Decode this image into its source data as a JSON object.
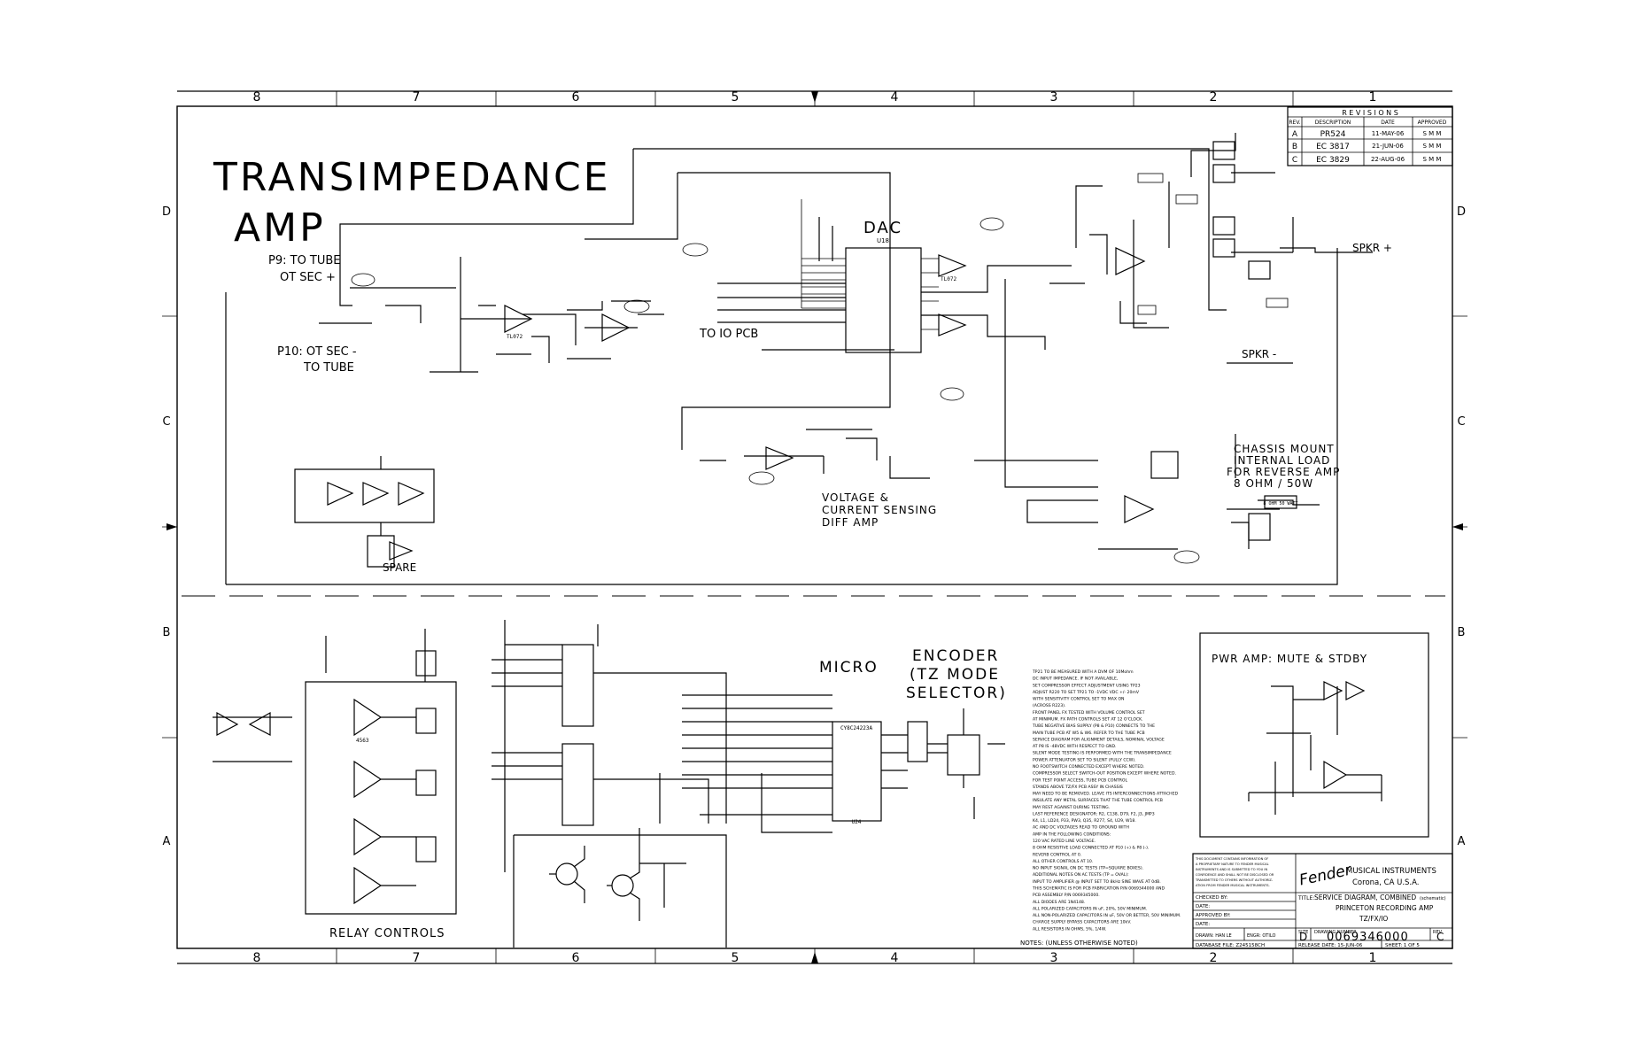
{
  "zones": {
    "columns": [
      "8",
      "7",
      "6",
      "5",
      "4",
      "3",
      "2",
      "1"
    ],
    "rows": [
      "D",
      "C",
      "B",
      "A"
    ]
  },
  "sections": {
    "title_line1": "TRANSIMPEDANCE",
    "title_line2": "AMP",
    "dac": "DAC",
    "micro": "MICRO",
    "encoder": [
      "ENCODER",
      "(TZ MODE",
      "SELECTOR)"
    ],
    "to_io_pcb": "TO IO PCB",
    "relay_controls": "RELAY CONTROLS",
    "voltage_sensing": [
      "VOLTAGE &",
      "CURRENT SENSING",
      "DIFF AMP"
    ],
    "spare": "SPARE",
    "chassis_load": [
      "CHASSIS MOUNT",
      "INTERNAL LOAD",
      "FOR REVERSE AMP",
      "8 OHM / 50W"
    ],
    "pwr_amp": "PWR AMP: MUTE & STDBY",
    "p9": [
      "P9: TO TUBE",
      "OT SEC +"
    ],
    "p10": [
      "P10: OT SEC -",
      "TO TUBE"
    ],
    "spkr_plus": "SPKR +",
    "spkr_minus": "SPKR -",
    "load_box": "8 OHM 50 WATT"
  },
  "ic_labels": {
    "dac_chip": "U18",
    "micro_chip": "U24",
    "micro_part": "CY8C24223A",
    "opamp": "TL072",
    "relay_drv": "4563"
  },
  "revisions": {
    "title": "R E V I S I O N S",
    "headers": [
      "REV.",
      "DESCRIPTION",
      "DATE",
      "APPROVED"
    ],
    "rows": [
      [
        "A",
        "PR524",
        "11-MAY-06",
        "S M M"
      ],
      [
        "B",
        "EC 3817",
        "21-JUN-06",
        "S M M"
      ],
      [
        "C",
        "EC 3829",
        "22-AUG-06",
        "S M M"
      ]
    ]
  },
  "notes": {
    "header": "NOTES:  (UNLESS OTHERWISE NOTED)",
    "lines": [
      "TP21 TO BE MEASURED WITH A DVM OF 10Mohm",
      "DC INPUT IMPEDANCE. IF NOT AVAILABLE,",
      "SET COMPRESSOR EFFECT ADJUSTMENT USING TP23",
      "ADJUST R220 TO SET TP21 TO -1VDC VDC +/- 20mV",
      "WITH SENSITIVITY CONTROL SET TO MAX ON",
      "(ACROSS R223).",
      "FRONT PANEL FX TESTED WITH VOLUME CONTROL SET",
      "AT MINIMUM. FX PATH CONTROLS SET AT 12 O'CLOCK.",
      "TUBE NEGATIVE BIAS SUPPLY (P8 & P10) CONNECTS TO THE",
      "MAIN TUBE PCB AT W5 & W6. REFER TO THE TUBE PCB",
      "SERVICE DIAGRAM FOR ALIGNMENT DETAILS, NOMINAL VOLTAGE",
      "AT P8 IS -48VDC WITH RESPECT TO GND.",
      "SILENT MODE TESTING IS PERFORMED WITH THE TRANSIMPEDANCE",
      "POWER ATTENUATOR SET TO SILENT (FULLY CCW).",
      "NO FOOTSWITCH CONNECTED EXCEPT WHERE NOTED.",
      "COMPRESSOR SELECT SWITCH-OUT POSITION EXCEPT WHERE NOTED.",
      "FOR TEST POINT ACCESS, TUBE PCB CONTROL",
      "STANDS ABOVE TZ/FX PCB ASSY IN CHASSIS",
      "MAY NEED TO BE REMOVED. LEAVE ITS INTERCONNECTIONS ATTACHED",
      "INSULATE ANY METAL SURFACES THAT THE TUBE CONTROL PCB",
      "MAY REST AGAINST DURING TESTING.",
      "LAST REFERENCE DESIGNATOR: R2, C138, D79, F2, J3, JMP3",
      "K4, L1, LD24, P33, PW3, Q35, R277, S4, U29, W18.",
      "AC AND DC VOLTAGES READ TO GROUND WITH",
      "AMP IN THE FOLLOWING CONDITIONS:",
      "120 VAC RATED LINE VOLTAGE.",
      "8 OHM RESISTIVE LOAD CONNECTED AT P10 (+) & P8 (-).",
      "REVERB CONTROL AT 0.",
      "ALL OTHER CONTROLS AT 10.",
      "NO INPUT SIGNAL ON DC TESTS (TP=SQUARE BOXES).",
      "ADDITIONAL NOTES ON AC TESTS (TP = OVAL):",
      "INPUT TO AMPLIFIER @ INPUT SET TO 8kHz SINE WAVE AT 0dB.",
      "THIS SCHEMATIC IS FOR PCB FABRICATION P/N 0069344000 AND",
      "PCB ASSEMBLY P/N 0069345000.",
      "ALL DIODES ARE 1N4148.",
      "ALL POLARIZED CAPACITORS IN uF, 20%, 50V MINIMUM.",
      "ALL NON-POLARIZED CAPACITORS IN uF, 50V OR BETTER, 50V MINIMUM.",
      "CHARGE SUPPLY BYPASS CAPACITORS ARE 10kV.",
      "ALL RESISTORS IN OHMS, 5%, 1/4W."
    ]
  },
  "title_block": {
    "disclaimer": [
      "THIS DOCUMENT CONTAINS INFORMATION OF",
      "A PROPRIETARY NATURE TO FENDER MUSICAL",
      "INSTRUMENTS AND IS SUBMITTED TO YOU IN",
      "CONFIDENCE AND SHALL NOT BE DISCLOSED OR",
      "TRANSMITTED TO OTHERS WITHOUT AUTHORIZ-",
      "ATION FROM FENDER MUSICAL INSTRUMENTS."
    ],
    "logo": "Fender",
    "company": "MUSICAL INSTRUMENTS",
    "city": "Corona, CA  U.S.A.",
    "checked_by": "CHECKED BY:",
    "date_label": "DATE:",
    "approved_by": "APPROVED BY:",
    "title_label": "TITLE:",
    "title": "SERVICE DIAGRAM, COMBINED",
    "title_note": "(schematic)",
    "subtitle": "PRINCETON RECORDING AMP",
    "subtitle2": "TZ/FX/IO",
    "size_label": "SIZE",
    "size": "D",
    "drawing_number_label": "DRAWING NUMBER",
    "drawing_number": "0069346000",
    "rev_label": "REV.",
    "rev": "C",
    "drawn_by": "DRAWN: HAN LE",
    "engr": "ENGR: OTILO",
    "database_file": "DATABASE FILE:  Z245158CH",
    "release_date": "RELEASE DATE: 15-JUN-06",
    "sheet": "SHEET:  1  OF  5"
  }
}
